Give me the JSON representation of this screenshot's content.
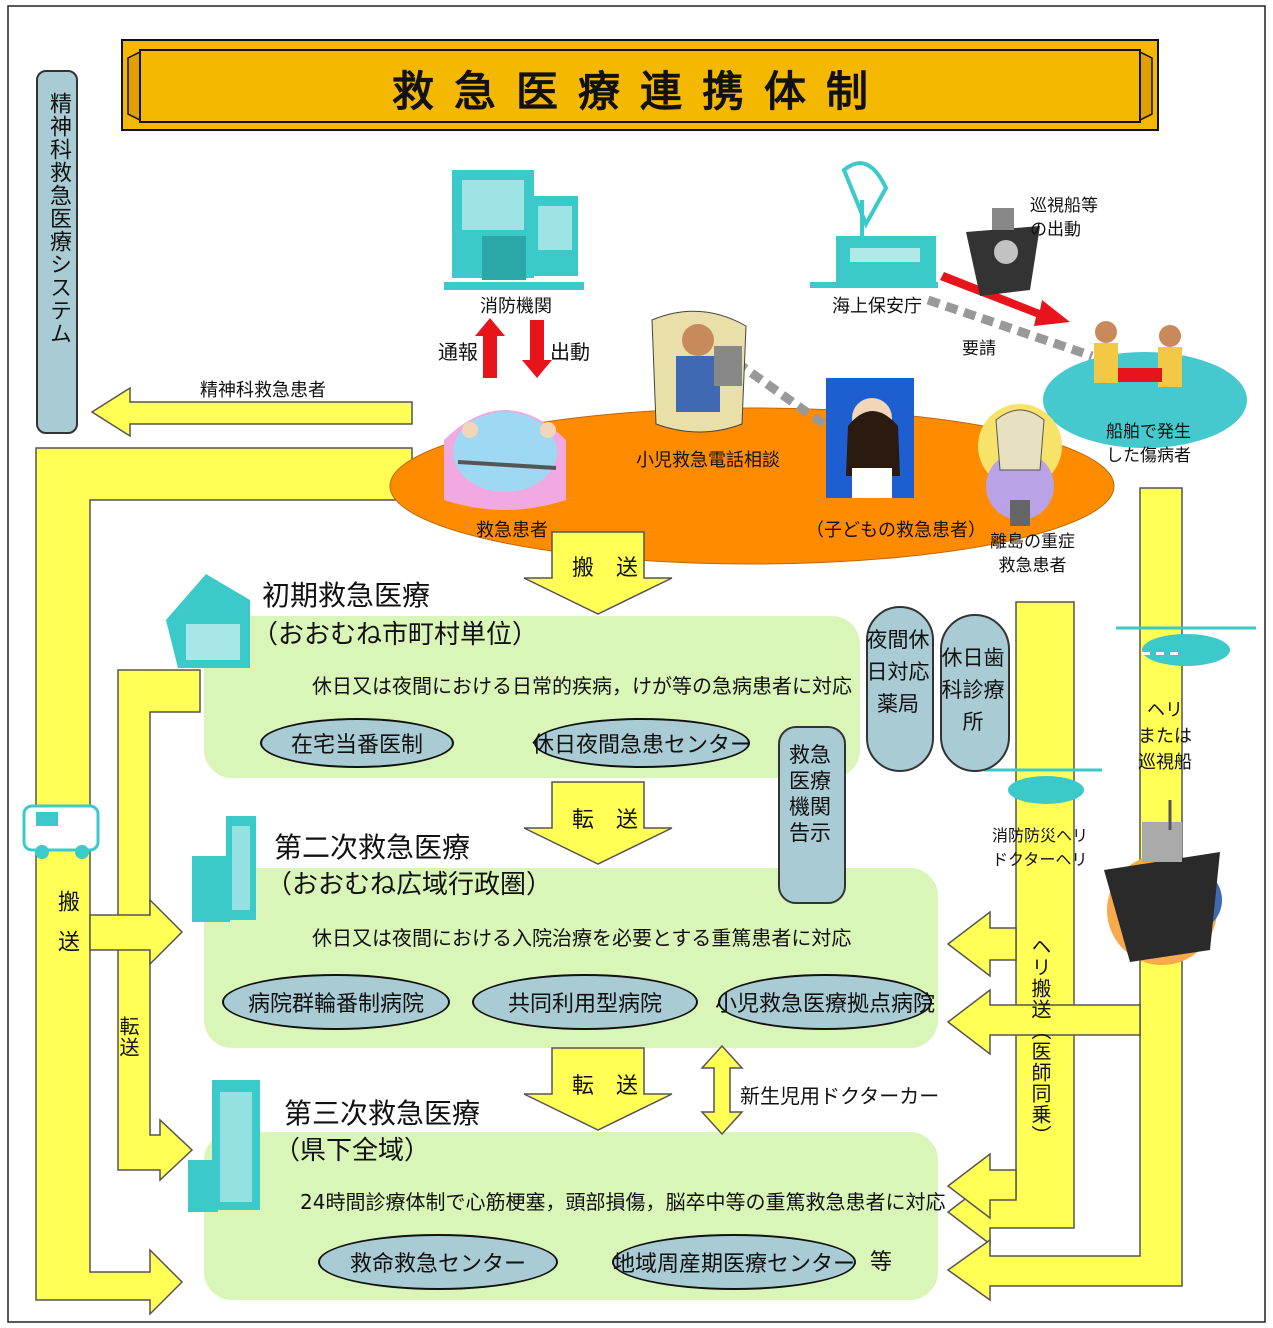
{
  "title": "救急医療連携体制",
  "psych_system": "精神科救急医療システム",
  "psych_patient": "精神科救急患者",
  "fire_agency": "消防機関",
  "report": "通報",
  "dispatch": "出動",
  "coast_guard": "海上保安庁",
  "patrol_dispatch": "巡視船等\nの出動",
  "request": "要請",
  "ship_patient": "船舶で発生\nした傷病者",
  "pediatric_phone": "小児救急電話相談",
  "emergency_patient": "救急患者",
  "child_patient": "（子どもの救急患者）",
  "island_patient": "離島の重症\n救急患者",
  "transport": "搬　送",
  "transfer1": "転　送",
  "transfer2": "転　送",
  "left_transport": "搬送",
  "left_transfer": "転送",
  "primary": {
    "title": "初期救急医療",
    "unit": "（おおむね市町村単位）",
    "desc": "休日又は夜間における日常的疾病，けが等の急病患者に対応",
    "items": [
      "在宅当番医制",
      "休日夜間急患センター"
    ]
  },
  "secondary": {
    "title": "第二次救急医療",
    "unit": "（おおむね広域行政圏）",
    "desc": "休日又は夜間における入院治療を必要とする重篤患者に対応",
    "items": [
      "病院群輪番制病院",
      "共同利用型病院",
      "小児救急医療拠点病院"
    ]
  },
  "tertiary": {
    "title": "第三次救急医療",
    "unit": "（県下全域）",
    "desc": "24時間診療体制で心筋梗塞，頭部損傷，脳卒中等の重篤救急患者に対応",
    "items": [
      "救命救急センター",
      "地域周産期医療センター"
    ],
    "etc": "等"
  },
  "night_pharmacy": "夜間休日対応薬局",
  "holiday_dental": "休日歯科診療所",
  "emergency_notice": "救急医療機関告示",
  "heli_or_ship": "ヘリ\nまたは\n巡視船",
  "fire_heli": "消防防災ヘリ\nドクターヘリ",
  "heli_transport": "ヘリ搬送（医師同乗）",
  "neonatal_car": "新生児用ドクターカー",
  "colors": {
    "banner": "#f5b800",
    "arrow_yellow": "#ffff55",
    "panel_green": "#d9f5b8",
    "orange": "#ff8c00",
    "oval_blue": "#a9cbd4",
    "teal": "#3cc9c9",
    "red": "#e8141c"
  }
}
